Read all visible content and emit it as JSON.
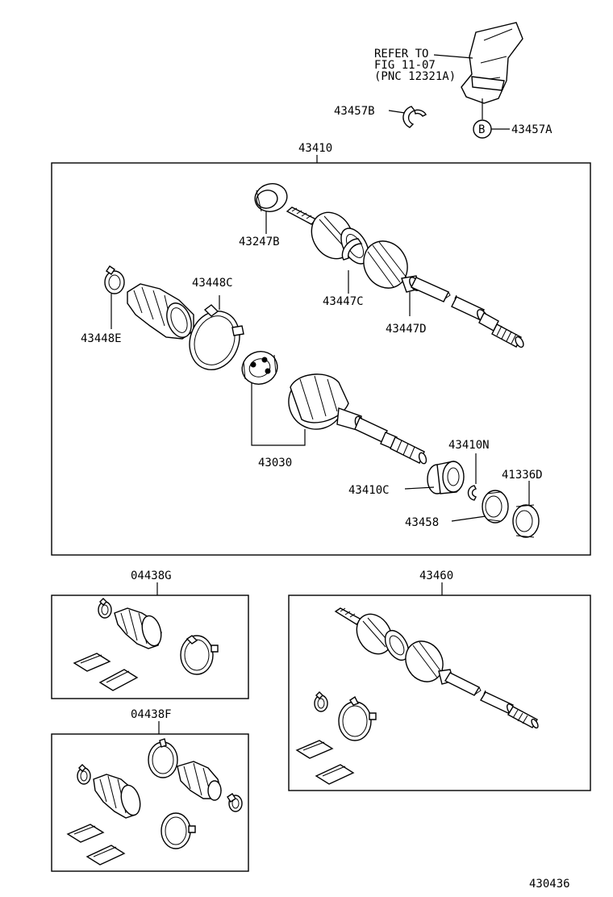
{
  "diagram": {
    "refer_note": [
      "REFER TO",
      "FIG 11-07",
      "(PNC 12321A)"
    ],
    "callout_letter": "B",
    "figure_number": "430436"
  },
  "labels": {
    "p43457B": "43457B",
    "p43457A": "43457A",
    "p43410": "43410",
    "p43247B": "43247B",
    "p43448C": "43448C",
    "p43448E": "43448E",
    "p43447C": "43447C",
    "p43447D": "43447D",
    "p43030": "43030",
    "p43410N": "43410N",
    "p41336D": "41336D",
    "p43410C": "43410C",
    "p43458": "43458",
    "p04438G": "04438G",
    "p04438F": "04438F",
    "p43460": "43460"
  }
}
